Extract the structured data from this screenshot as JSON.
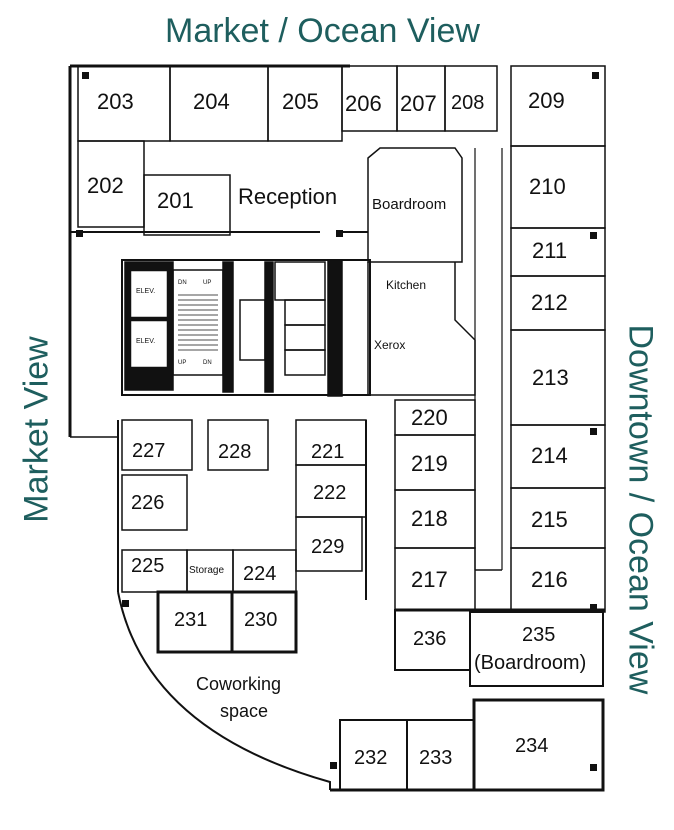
{
  "views": {
    "top": "Market / Ocean View",
    "left": "Market View",
    "right": "Downtown / Ocean View"
  },
  "rooms": {
    "r203": "203",
    "r204": "204",
    "r205": "205",
    "r206": "206",
    "r207": "207",
    "r208": "208",
    "r209": "209",
    "r202": "202",
    "r201": "201",
    "reception": "Reception",
    "boardroom": "Boardroom",
    "r210": "210",
    "r211": "211",
    "kitchen": "Kitchen",
    "r212": "212",
    "xerox": "Xerox",
    "r213": "213",
    "r220": "220",
    "r219": "219",
    "r218": "218",
    "r217": "217",
    "r214": "214",
    "r215": "215",
    "r216": "216",
    "r227": "227",
    "r228": "228",
    "r221": "221",
    "r222": "222",
    "r226": "226",
    "r229": "229",
    "r225": "225",
    "storage": "Storage",
    "r224": "224",
    "r231": "231",
    "r230": "230",
    "r236": "236",
    "r235": "235",
    "r235_sub": "(Boardroom)",
    "coworking1": "Coworking",
    "coworking2": "space",
    "r232": "232",
    "r233": "233",
    "r234": "234",
    "elev1": "ELEV.",
    "elev2": "ELEV.",
    "dn1": "DN",
    "up1": "UP",
    "up2": "UP",
    "dn2": "DN"
  },
  "colors": {
    "view_label": "#1e5e5e",
    "wall": "#111111"
  }
}
